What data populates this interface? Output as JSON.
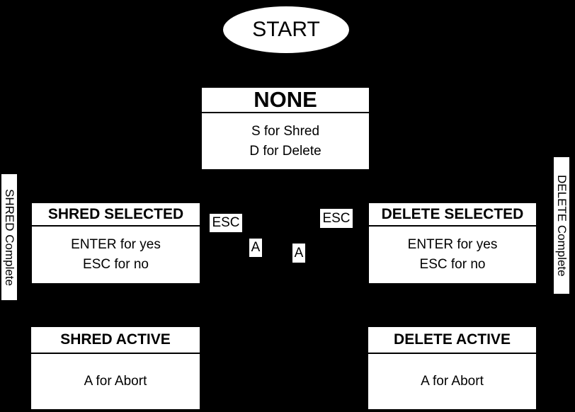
{
  "colors": {
    "background": "#000000",
    "node_fill": "#ffffff",
    "node_text": "#000000"
  },
  "start_node": {
    "label": "START"
  },
  "nodes": {
    "none": {
      "title": "NONE",
      "line1": "S for Shred",
      "line2": "D for Delete"
    },
    "shred_selected": {
      "title": "SHRED SELECTED",
      "line1": "ENTER for yes",
      "line2": "ESC for no"
    },
    "delete_selected": {
      "title": "DELETE SELECTED",
      "line1": "ENTER for yes",
      "line2": "ESC for no"
    },
    "shred_active": {
      "title": "SHRED ACTIVE",
      "line1": "A for Abort"
    },
    "delete_active": {
      "title": "DELETE ACTIVE",
      "line1": "A for Abort"
    }
  },
  "edge_labels": {
    "esc_left": "ESC",
    "esc_right": "ESC",
    "a_left": "A",
    "a_right": "A",
    "shred_complete": "SHRED Complete",
    "delete_complete": "DELETE Complete"
  }
}
